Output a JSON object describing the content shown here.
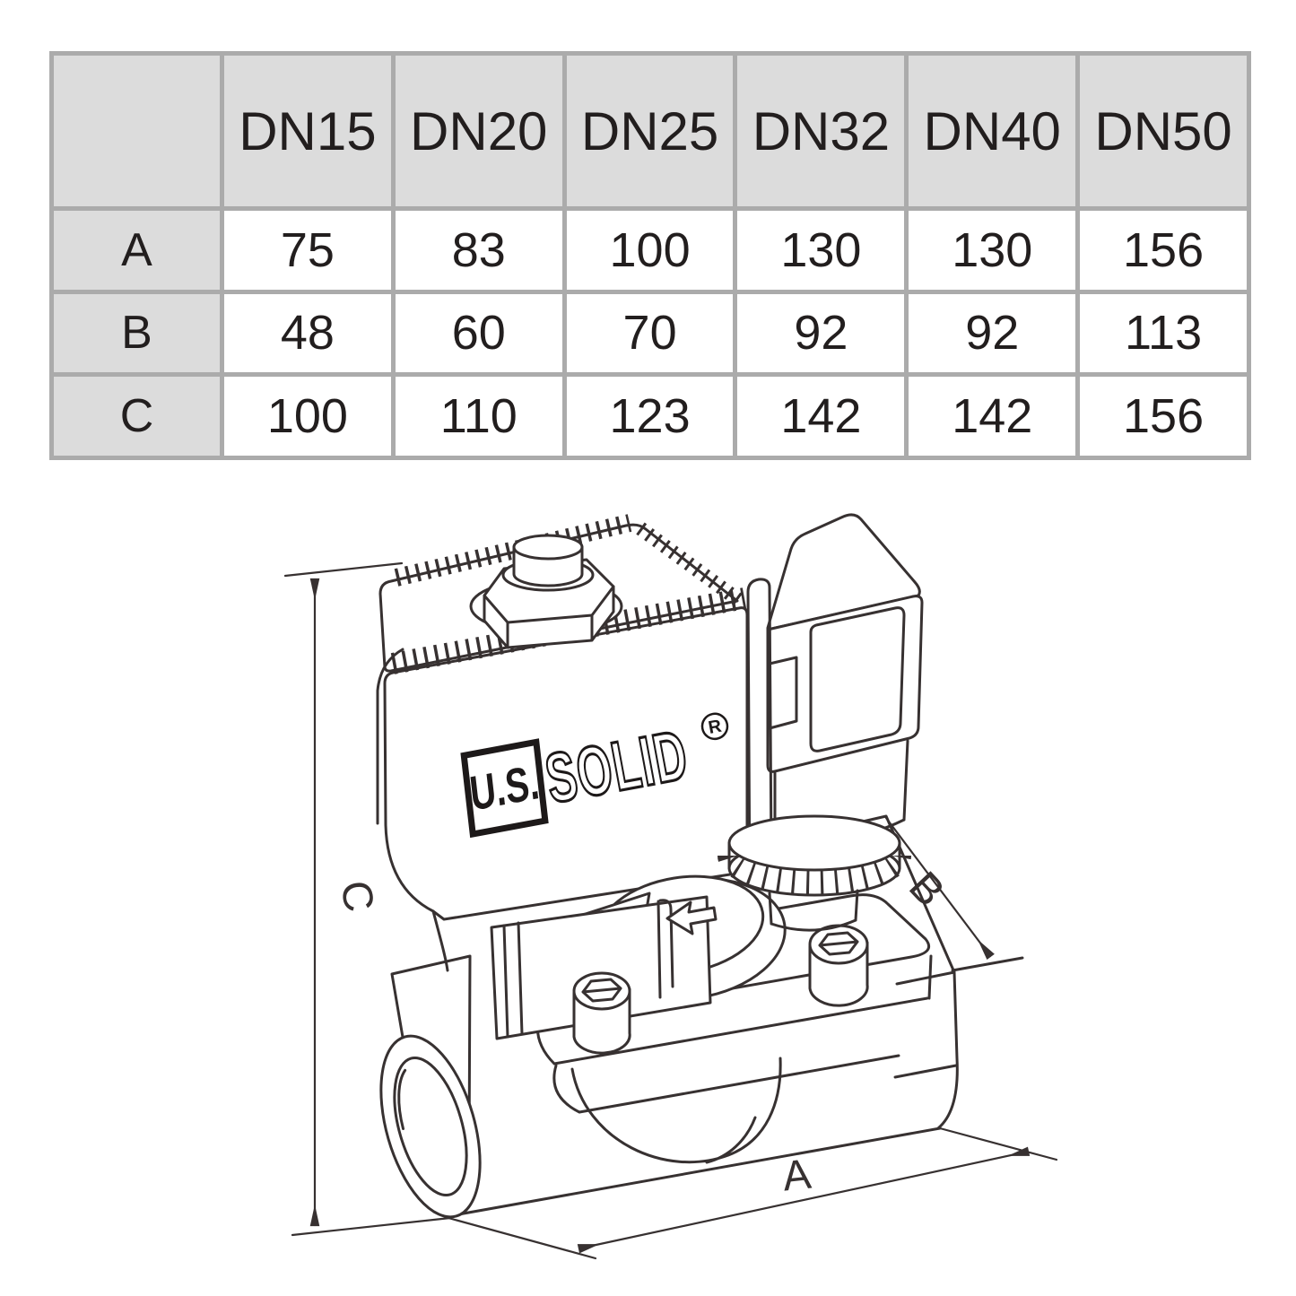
{
  "table": {
    "corner": "",
    "col_headers": [
      "DN15",
      "DN20",
      "DN25",
      "DN32",
      "DN40",
      "DN50"
    ],
    "rows": [
      {
        "label": "A",
        "values": [
          "75",
          "83",
          "100",
          "130",
          "130",
          "156"
        ]
      },
      {
        "label": "B",
        "values": [
          "48",
          "60",
          "70",
          "92",
          "92",
          "113"
        ]
      },
      {
        "label": "C",
        "values": [
          "100",
          "110",
          "123",
          "142",
          "142",
          "156"
        ]
      }
    ]
  },
  "diagram": {
    "brand": {
      "us": "U.S.",
      "solid": "SOLID",
      "registered": "R"
    },
    "dim_labels": {
      "a": "A",
      "b": "B",
      "c": "C"
    }
  },
  "colors": {
    "line": "#373131",
    "table_border": "#ababab",
    "header_fill": "#dcdcdc",
    "cell_fill": "#ffffff",
    "text": "#221e1e"
  }
}
